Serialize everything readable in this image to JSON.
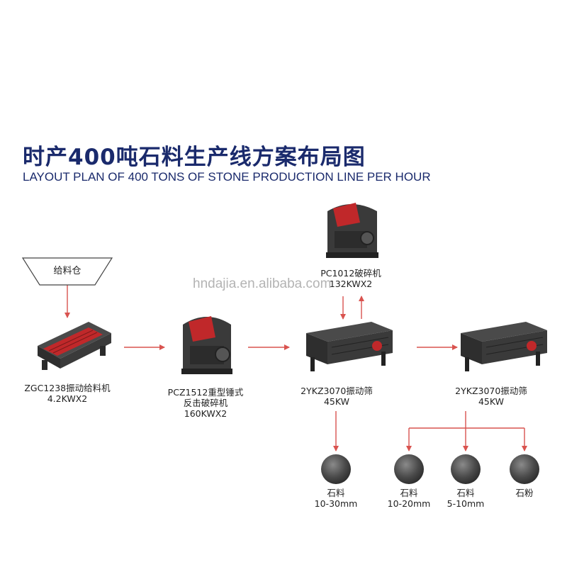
{
  "title_cn": "时产400吨石料生产线方案布局图",
  "title_en": "LAYOUT PLAN OF 400 TONS OF STONE PRODUCTION LINE PER HOUR",
  "watermark": "hndajia.en.alibaba.com",
  "hopper": {
    "label": "给料仓"
  },
  "machines": {
    "feeder": {
      "name": "ZGC1238振动给料机",
      "spec": "4.2KWX2"
    },
    "crusher_main": {
      "name1": "PCZ1512重型锤式",
      "name2": "反击破碎机",
      "spec": "160KWX2"
    },
    "crusher_top": {
      "name": "PC1012破碎机",
      "spec": "132KWX2"
    },
    "screen_1": {
      "name": "2YKZ3070振动筛",
      "spec": "45KW"
    },
    "screen_2": {
      "name": "2YKZ3070振动筛",
      "spec": "45KW"
    }
  },
  "products": [
    {
      "name": "石料",
      "size": "10-30mm"
    },
    {
      "name": "石料",
      "size": "10-20mm"
    },
    {
      "name": "石料",
      "size": "5-10mm"
    },
    {
      "name": "石粉",
      "size": ""
    }
  ],
  "colors": {
    "title": "#1a2a6c",
    "arrow": "#d9534f",
    "machine": "#3a3a3a",
    "accent": "#c0282a"
  }
}
